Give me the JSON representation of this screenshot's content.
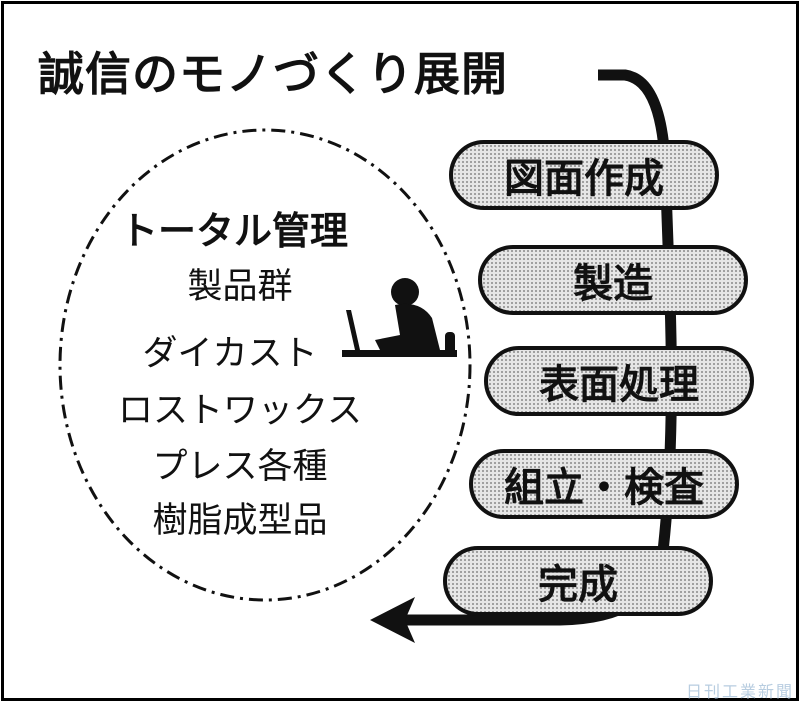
{
  "title": "誠信のモノづくり展開",
  "steps": [
    "図面作成",
    "製造",
    "表面処理",
    "組立・検査",
    "完成"
  ],
  "management": {
    "heading": "トータル管理",
    "items": [
      "製品群",
      "ダイカスト",
      "ロストワックス",
      "プレス各種",
      "樹脂成型品"
    ]
  },
  "watermark": "日刊工業新聞"
}
